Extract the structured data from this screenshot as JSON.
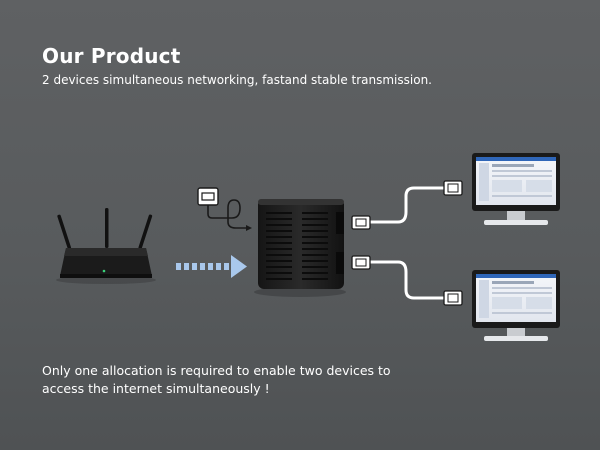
{
  "header": {
    "title": "Our Product",
    "subtitle": "2 devices simultaneous networking, fastand stable transmission."
  },
  "caption": "Only one allocation is required to enable two devices to access the internet simultaneously !",
  "diagram": {
    "icons": [
      "router-icon",
      "ethernet-plug-icon",
      "splitter-icon",
      "monitor-icon"
    ],
    "colors": {
      "background": "#5c5f61",
      "arrow": "#a9c8ec",
      "cable": "#ffffff",
      "device": "#1c1c1c"
    }
  }
}
